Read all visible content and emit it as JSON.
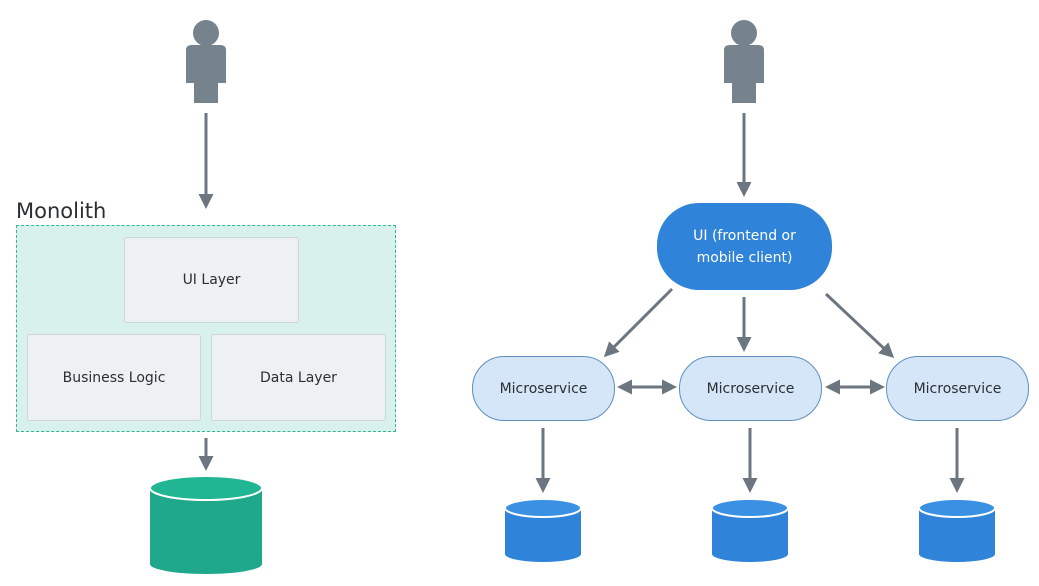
{
  "monolith": {
    "title": "Monolith",
    "layers": {
      "ui": "UI Layer",
      "business": "Business Logic",
      "data": "Data Layer"
    }
  },
  "microservices": {
    "ui_node_line1": "UI (frontend or",
    "ui_node_line2": "mobile client)",
    "services": [
      "Microservice",
      "Microservice",
      "Microservice"
    ]
  },
  "colors": {
    "arrow": "#6b7680",
    "user": "#76828c",
    "monolith_db": "#1fa88b",
    "microservice_db": "#2f84d9",
    "monolith_fill": "#d9f1ec",
    "monolith_border": "#35b597"
  },
  "icons": [
    "user-icon",
    "database-icon"
  ]
}
